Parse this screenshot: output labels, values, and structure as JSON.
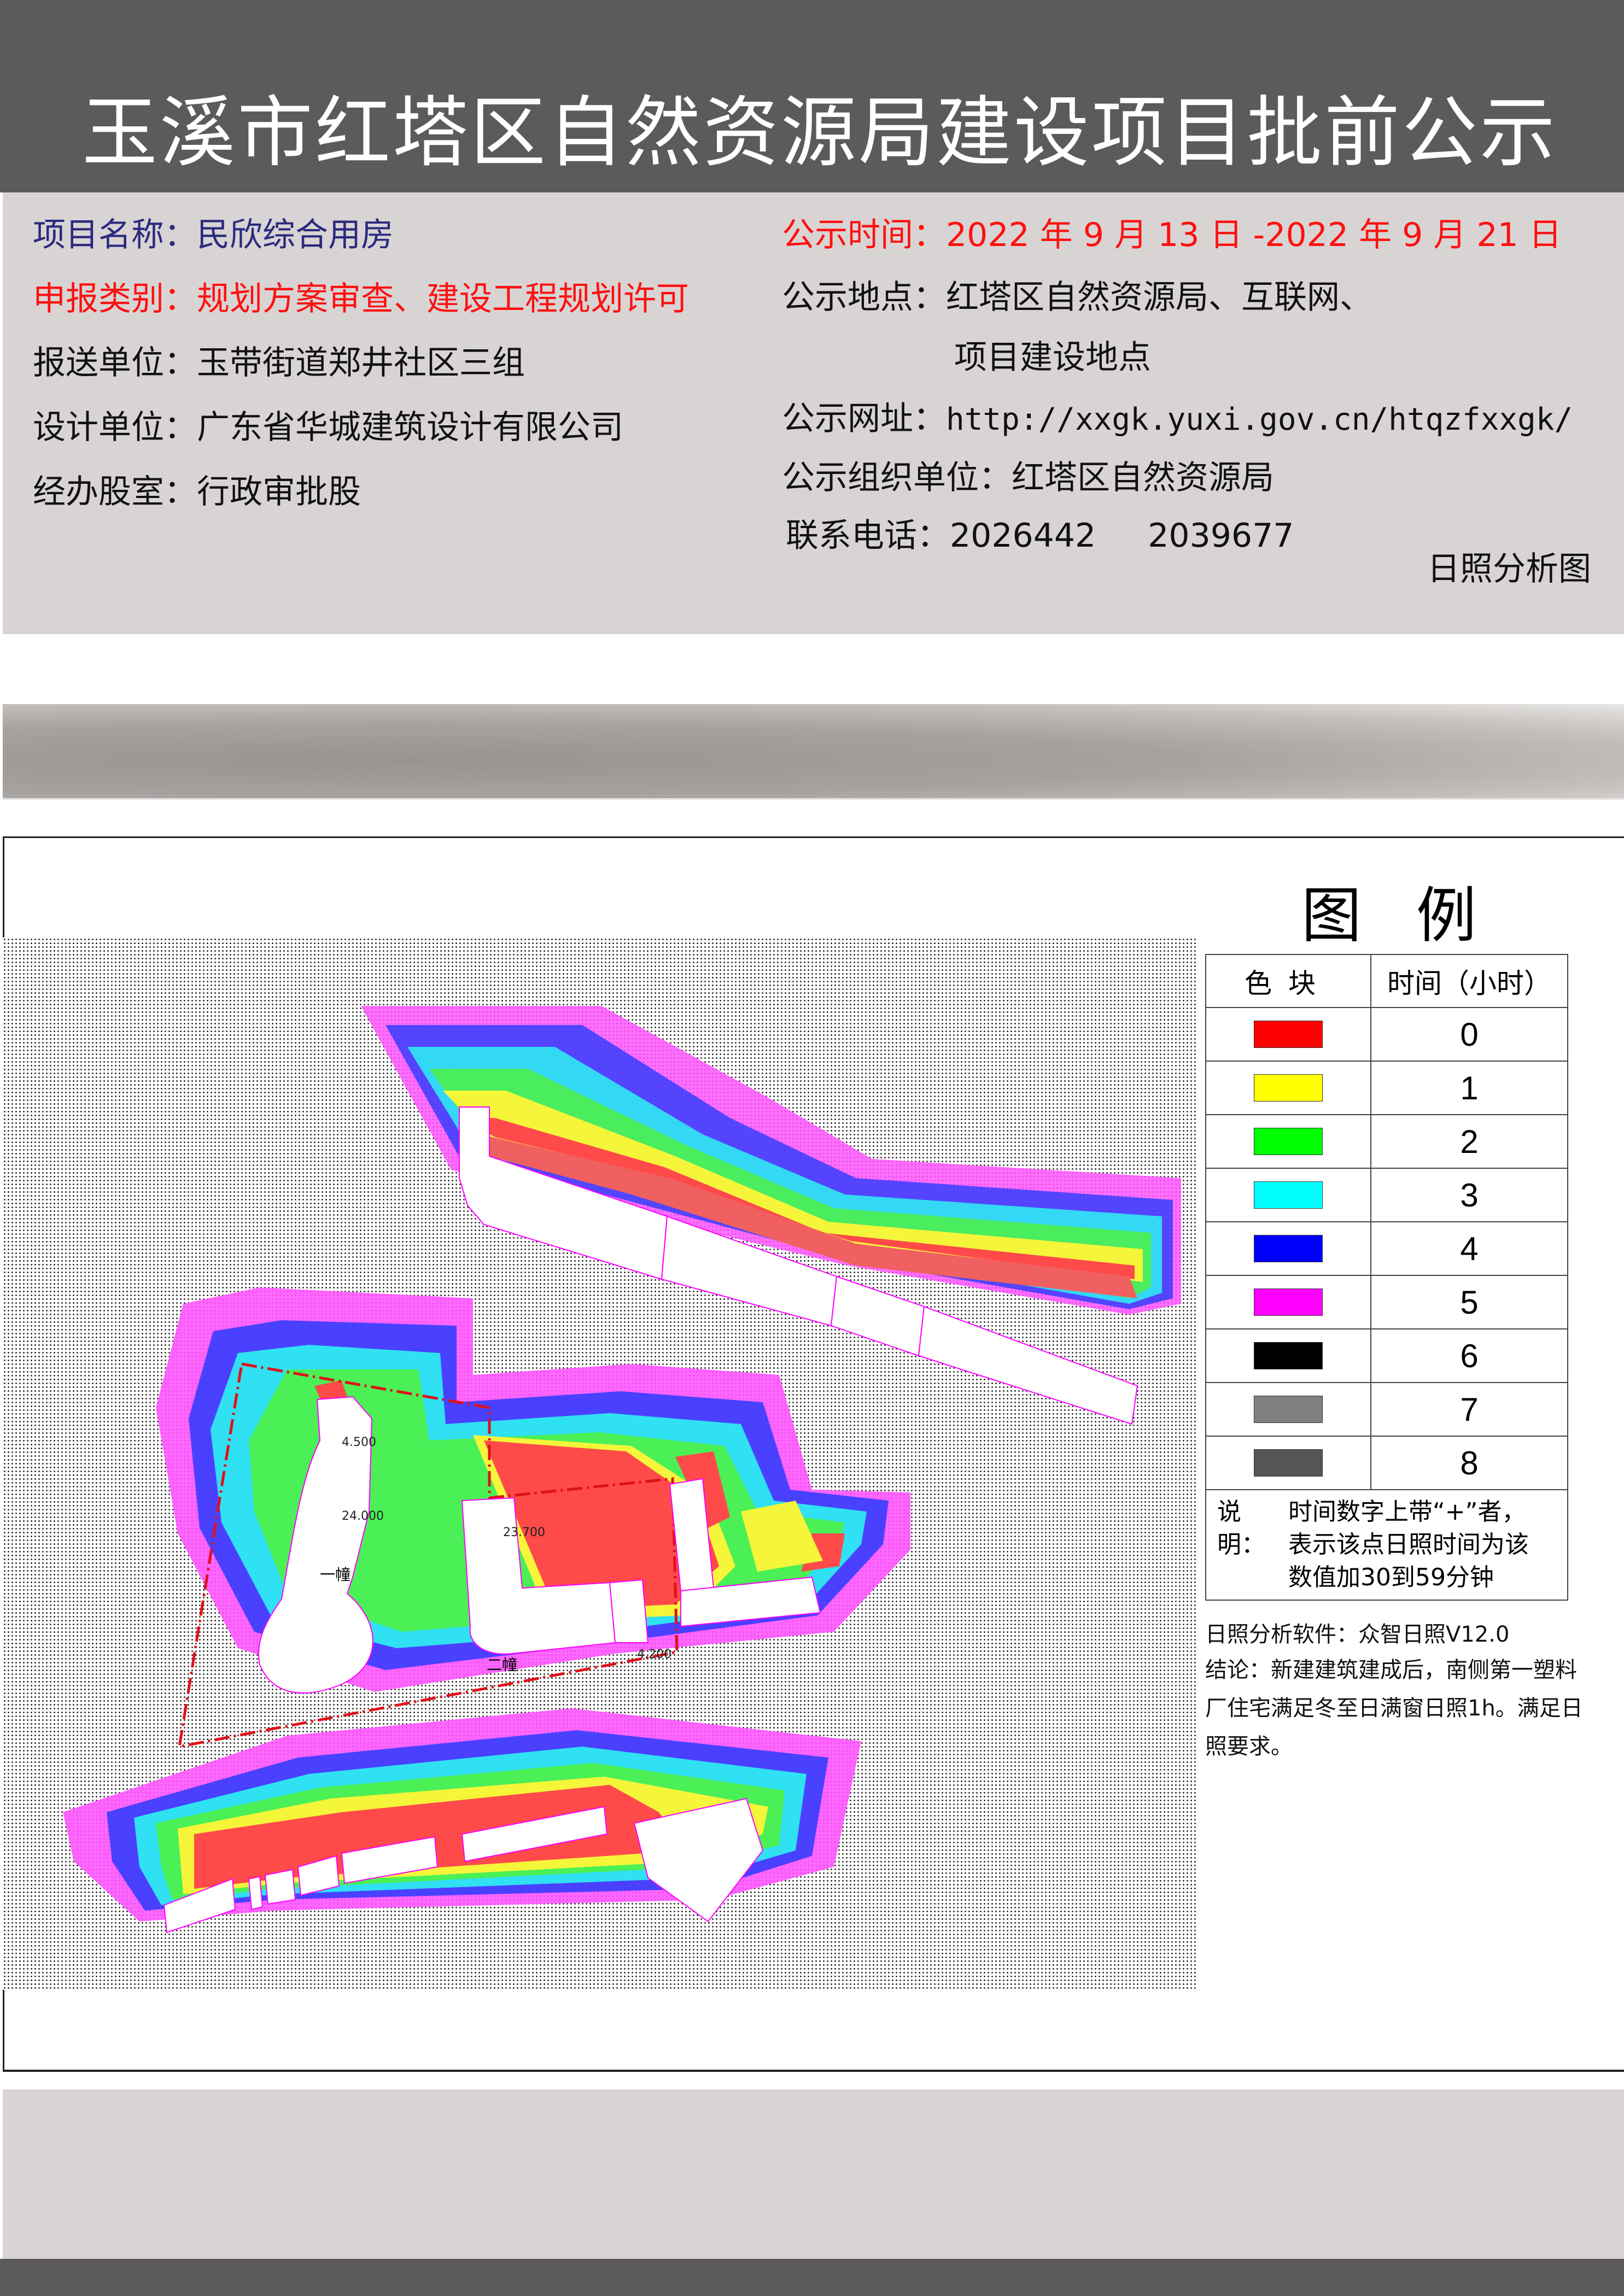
{
  "header": {
    "title": "玉溪市红塔区自然资源局建设项目批前公示"
  },
  "info": {
    "left": [
      {
        "label": "项目名称：",
        "value": "民欣综合用房",
        "color": "#2a2a7f"
      },
      {
        "label": "申报类别：",
        "value": "规划方案审查、建设工程规划许可",
        "color": "#ff1010"
      },
      {
        "label": "报送单位：",
        "value": "玉带街道郑井社区三组",
        "color": "#111111"
      },
      {
        "label": "设计单位：",
        "value": "广东省华城建筑设计有限公司",
        "color": "#111111"
      },
      {
        "label": "经办股室：",
        "value": "行政审批股",
        "color": "#111111"
      }
    ],
    "right": {
      "time_label": "公示时间：",
      "time_value": "2022 年 9 月 13 日 -2022 年 9 月 21 日",
      "place_label": "公示地点：",
      "place_value_1": "红塔区自然资源局、互联网、",
      "place_value_2": "项目建设地点",
      "url_label": "公示网址：",
      "url_value": "http://xxgk.yuxi.gov.cn/htqzfxxgk/",
      "org_label": "公示组织单位：",
      "org_value": "红塔区自然资源局",
      "phone_label": "联系电话：",
      "phone_1": "2026442",
      "phone_2": "2039677"
    },
    "drawing_label": "日照分析图"
  },
  "map": {
    "building_1_label": "一幢",
    "building_2_label": "二幢",
    "elevations": [
      "4.500",
      "24.000",
      "23.700",
      "4.200"
    ],
    "boundary_color": "#e0101a",
    "outline_color": "#ff00ff"
  },
  "legend": {
    "title": "图例",
    "col_color": "色块",
    "col_hours": "时间（小时）",
    "items": [
      {
        "hours": "0",
        "color": "#ff0000"
      },
      {
        "hours": "1",
        "color": "#ffff00"
      },
      {
        "hours": "2",
        "color": "#00ff00"
      },
      {
        "hours": "3",
        "color": "#00ffff"
      },
      {
        "hours": "4",
        "color": "#0000ff"
      },
      {
        "hours": "5",
        "color": "#ff00ff"
      },
      {
        "hours": "6",
        "color": "#000000"
      },
      {
        "hours": "7",
        "color": "#808080"
      },
      {
        "hours": "8",
        "color": "#555555"
      }
    ],
    "note_label": "说明：",
    "note_text": "时间数字上带“+”者，表示该点日照时间为该数值加30到59分钟"
  },
  "analysis": {
    "software": "日照分析软件：众智日照V12.0",
    "conclusion": "结论：新建建筑建成后，南侧第一塑料厂住宅满足冬至日满窗日照1h。满足日照要求。"
  }
}
